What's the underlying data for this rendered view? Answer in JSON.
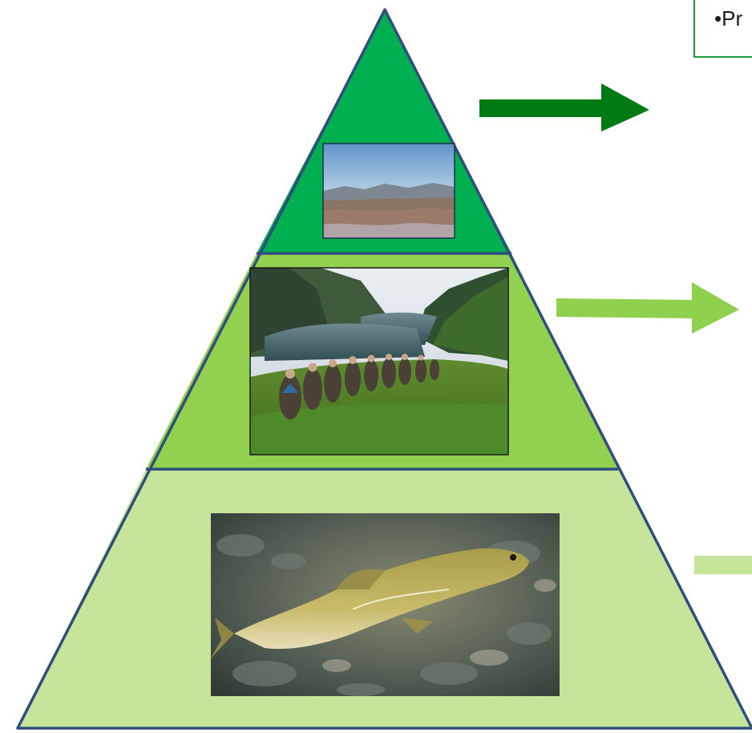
{
  "diagram": {
    "type": "pyramid",
    "tiers": [
      {
        "level": "top",
        "fill": "#00b050",
        "photo": "mountain-plateau-landscape"
      },
      {
        "level": "middle",
        "fill": "#92d050",
        "photo": "hikers-above-fjord"
      },
      {
        "level": "bottom",
        "fill": "#c6e59a",
        "photo": "cod-fish-on-seabed"
      }
    ],
    "outline_color": "#2f4e7e",
    "arrows": [
      {
        "tier": "top",
        "color": "#007a12"
      },
      {
        "tier": "middle",
        "color": "#8fd14f"
      },
      {
        "tier": "bottom",
        "color": "#c6e59a"
      }
    ]
  },
  "label": {
    "text": "•Pr",
    "border_color": "#1e9a3a"
  }
}
